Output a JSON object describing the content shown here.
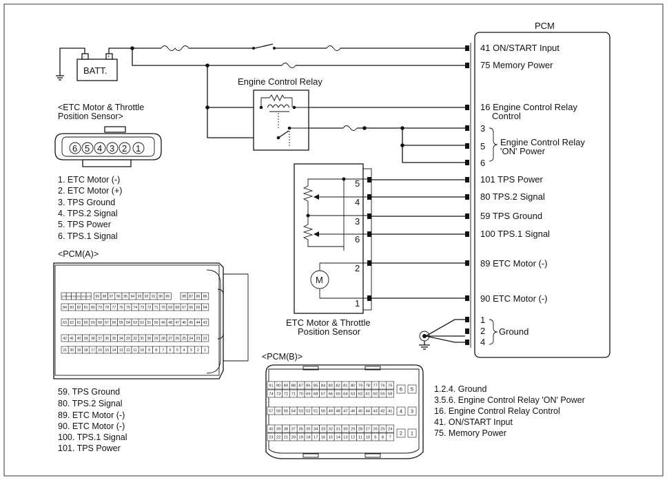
{
  "pcm": {
    "title": "PCM",
    "pins_top": [
      {
        "label": "41 ON/START Input"
      },
      {
        "label": "75 Memory Power"
      },
      {
        "label": "16 Engine Control Relay"
      },
      {
        "label": "Control"
      }
    ],
    "relay_pins": [
      "3",
      "5",
      "6"
    ],
    "relay_group_label": [
      "Engine Control Relay",
      "'ON' Power"
    ],
    "sensor_pins": [
      {
        "label": "101 TPS Power"
      },
      {
        "label": "80 TPS.2 Signal"
      },
      {
        "label": "59 TPS Ground"
      },
      {
        "label": "100 TPS.1 Signal"
      },
      {
        "label": "89 ETC Motor (-)"
      },
      {
        "label": "90 ETC Motor (-)"
      }
    ],
    "ground_pins": [
      "1",
      "2",
      "4"
    ],
    "ground_label": "Ground"
  },
  "battery": {
    "label": "BATT.",
    "neg": "-",
    "pos": "+"
  },
  "relay": {
    "label": "Engine Control Relay"
  },
  "sensor": {
    "title_lines": [
      "ETC Motor & Throttle",
      "Position Sensor"
    ],
    "pins": [
      "5",
      "4",
      "3",
      "6",
      "2",
      "1"
    ],
    "motor": "M"
  },
  "connector_etc": {
    "title_lines": [
      "<ETC Motor & Throttle",
      "Position Sensor>"
    ],
    "pins": [
      "6",
      "5",
      "4",
      "3",
      "2",
      "1"
    ],
    "legend": [
      "1. ETC Motor (-)",
      "2. ETC Motor (+)",
      "3. TPS Ground",
      "4. TPS.2 Signal",
      "5. TPS Power",
      "6. TPS.1 Signal"
    ]
  },
  "connector_pcm_a": {
    "title": "<PCM(A)>",
    "rows": [
      [
        "105",
        "104",
        "103",
        "102",
        "101",
        "100",
        "99",
        "98",
        "97",
        "96",
        "95",
        "94",
        "93",
        "92",
        "91",
        "90",
        "89"
      ],
      [
        "84",
        "83",
        "82",
        "81",
        "80",
        "79",
        "78",
        "77",
        "76",
        "75",
        "74",
        "73",
        "72",
        "71",
        "70",
        "69",
        "68"
      ],
      [
        "63",
        "62",
        "61",
        "60",
        "59",
        "58",
        "57",
        "56",
        "55",
        "54",
        "53",
        "52",
        "51",
        "50",
        "49",
        "48",
        "47"
      ],
      [
        "42",
        "41",
        "40",
        "39",
        "38",
        "37",
        "36",
        "35",
        "34",
        "33",
        "32",
        "31",
        "30",
        "29",
        "28",
        "27",
        "26"
      ],
      [
        "21",
        "20",
        "19",
        "18",
        "17",
        "16",
        "15",
        "14",
        "13",
        "12",
        "11",
        "10",
        "9",
        "8",
        "7",
        "6",
        "5"
      ]
    ],
    "right_rows": [
      [
        "88",
        "87",
        "86",
        "85"
      ],
      [
        "67",
        "66",
        "65",
        "64"
      ],
      [
        "46",
        "45",
        "44",
        "43"
      ],
      [
        "25",
        "24",
        "23",
        "22"
      ],
      [
        "4",
        "3",
        "2",
        "1"
      ]
    ],
    "legend": [
      "59. TPS Ground",
      "80. TPS.2 Signal",
      "89. ETC Motor (-)",
      "90. ETC Motor (-)",
      "100. TPS.1 Signal",
      "101. TPS Power"
    ]
  },
  "connector_pcm_b": {
    "title": "<PCM(B)>",
    "rows": [
      [
        "91",
        "90",
        "89",
        "88",
        "87",
        "86",
        "85",
        "84",
        "83",
        "82",
        "81",
        "80",
        "79",
        "78",
        "77",
        "76",
        "75"
      ],
      [
        "74",
        "73",
        "72",
        "71",
        "70",
        "69",
        "68",
        "67",
        "66",
        "65",
        "64",
        "63",
        "62",
        "61",
        "60",
        "59",
        "58"
      ],
      [
        "57",
        "56",
        "55",
        "54",
        "53",
        "52",
        "51",
        "50",
        "49",
        "48",
        "47",
        "46",
        "45",
        "44",
        "43",
        "42",
        "41"
      ],
      [
        "40",
        "39",
        "38",
        "37",
        "36",
        "35",
        "34",
        "33",
        "32",
        "31",
        "30",
        "29",
        "28",
        "27",
        "26",
        "25",
        "24"
      ],
      [
        "23",
        "22",
        "21",
        "20",
        "19",
        "18",
        "17",
        "16",
        "15",
        "14",
        "13",
        "12",
        "11",
        "10",
        "9",
        "8",
        "7"
      ]
    ],
    "side_pins": [
      [
        "6",
        "5"
      ],
      [
        "4",
        "3"
      ],
      [
        "2",
        "1"
      ]
    ],
    "legend": [
      "1.2.4. Ground",
      "3.5.6. Engine Control Relay 'ON' Power",
      "16. Engine Control Relay Control",
      "41. ON/START Input",
      "75. Memory Power"
    ]
  }
}
